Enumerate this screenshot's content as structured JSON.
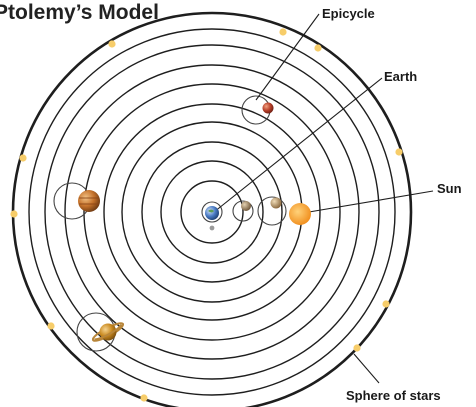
{
  "title": "Ptolemy’s Model",
  "labels": {
    "epicycle": "Epicycle",
    "earth": "Earth",
    "sun": "Sun",
    "sphere_of_stars": "Sphere of stars"
  },
  "colors": {
    "orbit": "#1e1e1e",
    "star": "#f7cd6a",
    "earth": "#4a7bc4",
    "sun": "#f5a02c",
    "mars": "#b8402a",
    "jupiter": "#c4712a",
    "saturn": "#c9891f",
    "mercury": "#9a7c55",
    "venus": "#b58d55",
    "moon": "#9a9a9a"
  },
  "bodies": [
    {
      "id": "earth",
      "name": "earth-icon"
    },
    {
      "id": "moon",
      "name": "moon-icon"
    },
    {
      "id": "mercury",
      "name": "mercury-planet-icon"
    },
    {
      "id": "venus",
      "name": "venus-planet-icon"
    },
    {
      "id": "sun",
      "name": "sun-icon"
    },
    {
      "id": "mars",
      "name": "mars-planet-icon"
    },
    {
      "id": "jupiter",
      "name": "jupiter-planet-icon"
    },
    {
      "id": "saturn",
      "name": "saturn-planet-icon"
    }
  ]
}
